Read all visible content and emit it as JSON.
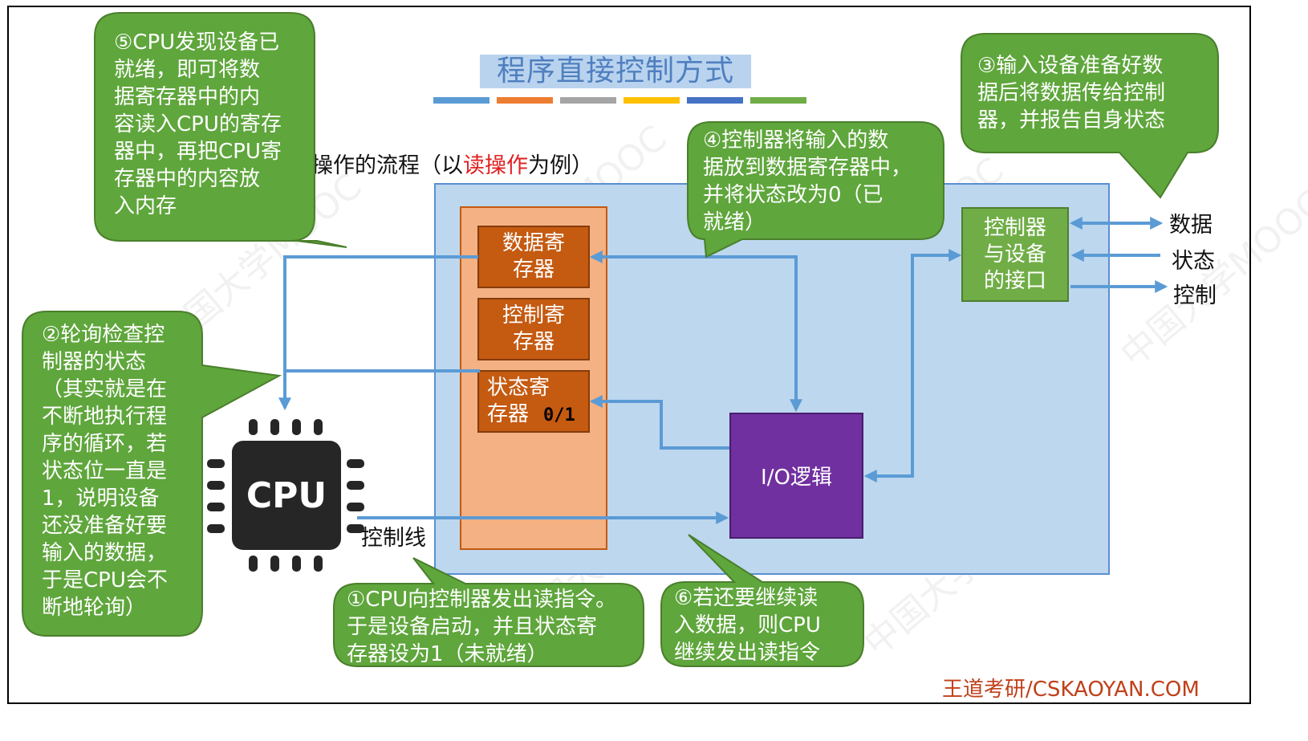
{
  "title": "程序直接控制方式",
  "color_bars": [
    "#5b9bd5",
    "#ed7d31",
    "#a5a5a5",
    "#ffc000",
    "#4472c4",
    "#70ad47"
  ],
  "subtitle": {
    "before": "操作的流程（以",
    "highlight": "读操作",
    "after": "为例）"
  },
  "registers": {
    "data": "数据寄\n存器",
    "control": "控制寄\n存器",
    "status_label_line1": "状态寄",
    "status_label_line2": "存器",
    "status_value": "0/1"
  },
  "io_logic": "I/O逻辑",
  "device_interface": "控制器\n与设备\n的接口",
  "signals": {
    "data": "数据",
    "status": "状态",
    "control": "控制"
  },
  "cpu_label": "CPU",
  "control_line_label": "控制线",
  "callouts": {
    "step1": "①CPU向控制器发出读指令。\n于是设备启动，并且状态寄\n存器设为1（未就绪）",
    "step2": "②轮询检查控\n制器的状态\n（其实就是在\n不断地执行程\n序的循环，若\n状态位一直是\n1，说明设备\n还没准备好要\n输入的数据，\n于是CPU会不\n断地轮询）",
    "step3": "③输入设备准备好数\n据后将数据传给控制\n器，并报告自身状态",
    "step4": "④控制器将输入的数\n据放到数据寄存器中，\n并将状态改为0（已\n就绪）",
    "step5": "⑤CPU发现设备已\n就绪，即可将数\n据寄存器中的内\n容读入CPU的寄存\n器中，再把CPU寄\n存器中的内容放\n入内存",
    "step6": "⑥若还要继续读\n入数据，则CPU\n继续发出读指令"
  },
  "watermark": "中国大学MOOC",
  "footer": "王道考研/CSKAOYAN.COM",
  "colors": {
    "callout_fill": "#5fa63c",
    "callout_border": "#4a7f2c",
    "arrow": "#5b9bd5",
    "register": "#c55a11",
    "io_logic": "#7030a0",
    "interface": "#70ad47"
  }
}
